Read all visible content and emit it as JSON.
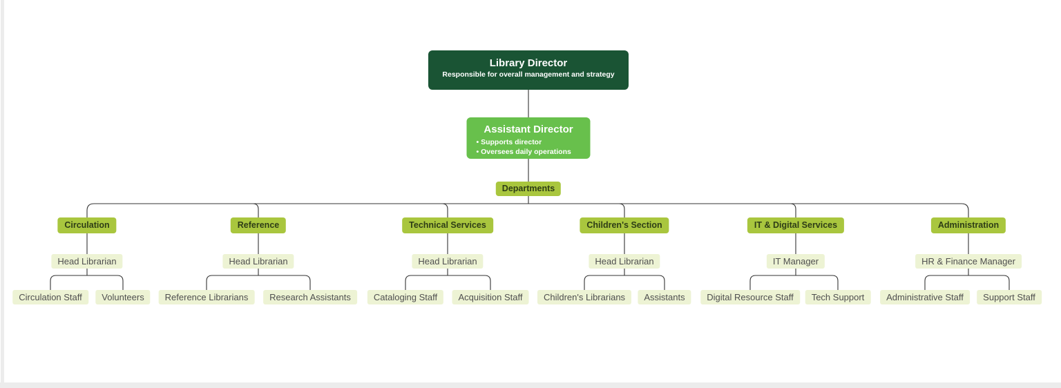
{
  "org": {
    "root": {
      "title": "Library Director",
      "subtitle": "Responsible for overall management and strategy"
    },
    "assistant": {
      "title": "Assistant Director",
      "bullets": [
        "Supports director",
        "Oversees daily operations"
      ]
    },
    "group_label": "Departments",
    "departments": [
      {
        "name": "Circulation",
        "manager": "Head Librarian",
        "staff": [
          "Circulation Staff",
          "Volunteers"
        ]
      },
      {
        "name": "Reference",
        "manager": "Head Librarian",
        "staff": [
          "Reference Librarians",
          "Research Assistants"
        ]
      },
      {
        "name": "Technical Services",
        "manager": "Head Librarian",
        "staff": [
          "Cataloging Staff",
          "Acquisition Staff"
        ]
      },
      {
        "name": "Children's Section",
        "manager": "Head Librarian",
        "staff": [
          "Children's Librarians",
          "Assistants"
        ]
      },
      {
        "name": "IT & Digital Services",
        "manager": "IT Manager",
        "staff": [
          "Digital Resource Staff",
          "Tech Support"
        ]
      },
      {
        "name": "Administration",
        "manager": "HR & Finance Manager",
        "staff": [
          "Administrative Staff",
          "Support Staff"
        ]
      }
    ],
    "colors": {
      "director_bg": "#1a5434",
      "director_text": "#ffffff",
      "assistant_bg": "#68c04c",
      "assistant_text": "#ffffff",
      "dept_bg": "#a9c63e",
      "dept_text": "#2e3d16",
      "leaf_bg": "#edf3d4",
      "leaf_text": "#4f4f4f",
      "line": "#333333"
    }
  }
}
